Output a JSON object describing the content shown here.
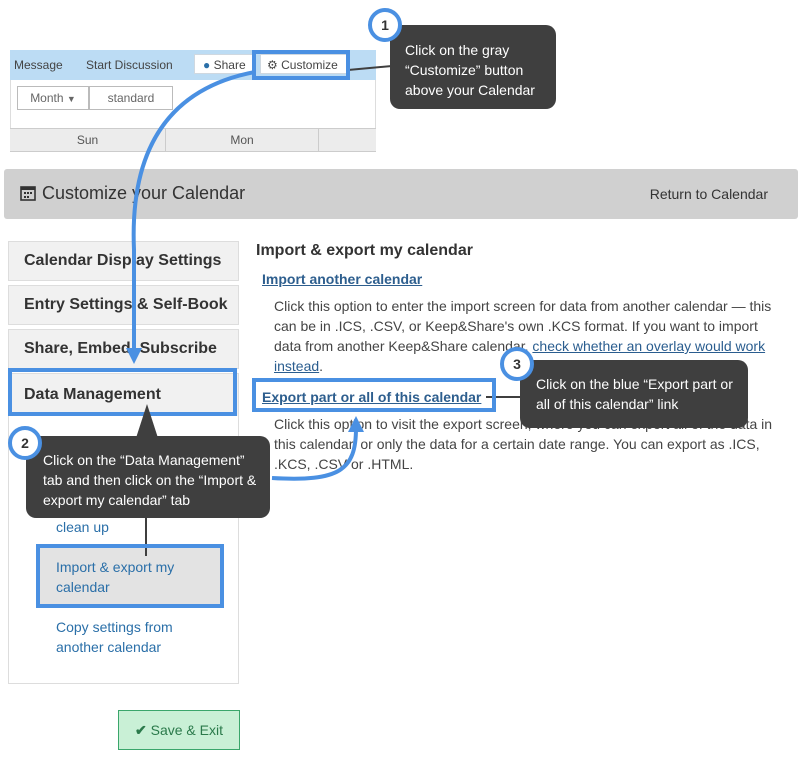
{
  "calendar_toolbar": {
    "message_label": "Message",
    "start_discussion_label": "Start Discussion",
    "share_label": "Share",
    "customize_label": "Customize",
    "view_select": "Month",
    "view_mode": "standard",
    "days": [
      "Sun",
      "Mon"
    ]
  },
  "header": {
    "title": "Customize your Calendar",
    "return_link": "Return to Calendar"
  },
  "sidebar": {
    "tabs": [
      {
        "label": "Calendar Display Settings"
      },
      {
        "label": "Entry Settings & Self-Book"
      },
      {
        "label": "Share, Embed, Subscribe"
      },
      {
        "label": "Data Management"
      }
    ],
    "sub_links": [
      {
        "label": "clean up"
      },
      {
        "label": "Import & export my calendar"
      },
      {
        "label": "Copy settings from another calendar"
      }
    ]
  },
  "content": {
    "title": "Import & export my calendar",
    "import_link": "Import another calendar",
    "import_text": "Click this option to enter the import screen for data from another calendar — this can be in .ICS, .CSV, or Keep&Share's own .KCS format. If you want to import data from another Keep&Share calendar,",
    "import_inline_link": "check whether an overlay would work instead",
    "export_link": "Export part or all of this calendar",
    "export_text": "Click this option to visit the export screen, where you can export all of the data in this calendar, or only the data for a certain date range. You can export as .ICS, .KCS, .CSV or .HTML."
  },
  "save_button": "Save & Exit",
  "callouts": [
    {
      "number": "1",
      "text": "Click on the gray “Customize” button above your Calendar"
    },
    {
      "number": "2",
      "text": "Click on the “Data Management” tab and then click on the “Import & export my calendar” tab"
    },
    {
      "number": "3",
      "text": "Click on the blue “Export part or all of this calendar” link"
    }
  ],
  "colors": {
    "highlight": "#4a90e2",
    "callout_bg": "#3f3f3f",
    "toolbar_bg": "#bcdcf4",
    "link": "#2a6fa8",
    "save_bg": "#c9f0d6"
  }
}
